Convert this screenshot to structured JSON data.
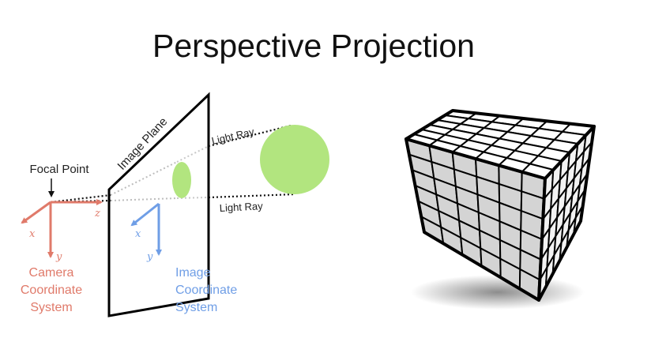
{
  "title": "Perspective Projection",
  "labels": {
    "image_plane": "Image Plane",
    "light_ray_top": "Light Ray",
    "light_ray_bottom": "Light Ray",
    "focal_point": "Focal Point"
  },
  "camera_axes": {
    "x": "x",
    "y": "y",
    "z": "z"
  },
  "image_axes": {
    "x": "x",
    "y": "y"
  },
  "camera_system": [
    "Camera",
    "Coordinate",
    "System"
  ],
  "image_system": [
    "Image",
    "Coordinate",
    "System"
  ],
  "colors": {
    "camera": "#e07a6a",
    "image": "#6f9ee6",
    "sphere": "#b2e57f",
    "cube_front": "#d4d4d4",
    "cube_right": "#f2f2f2",
    "cube_top": "#ffffff",
    "cube_edge": "#000000"
  }
}
